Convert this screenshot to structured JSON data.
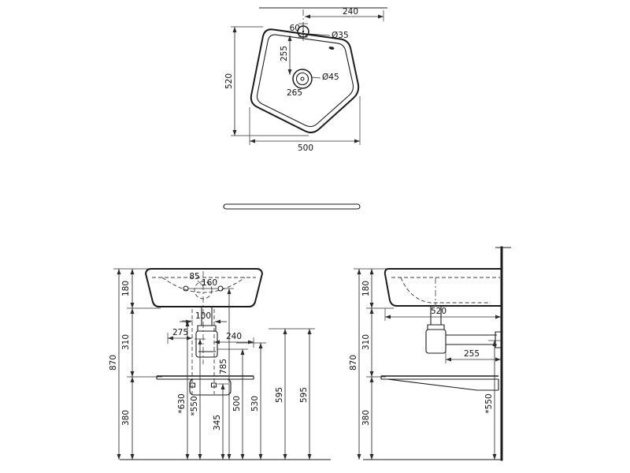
{
  "colors": {
    "background": "#ffffff",
    "line": "#1c1c1c"
  },
  "views": {
    "top": {
      "d240": "240",
      "d60": "60",
      "dia35": "Ø35",
      "d255": "255",
      "d520": "520",
      "dia45": "Ø45",
      "d265": "265",
      "d500": "500"
    },
    "front": {
      "d180": "180",
      "d85": "85",
      "d160": "160",
      "d100": "100",
      "d275": "275",
      "d240": "240",
      "d310": "310",
      "d870": "870",
      "d785": "785",
      "d630": "*630",
      "d550": "*550",
      "d500": "500",
      "d530": "530",
      "d345": "345",
      "d380": "380",
      "d595a": "595",
      "d595b": "595"
    },
    "side": {
      "d180": "180",
      "d520": "520",
      "d310": "310",
      "d870": "870",
      "d255": "255",
      "d380": "380",
      "d550": "*550"
    }
  }
}
